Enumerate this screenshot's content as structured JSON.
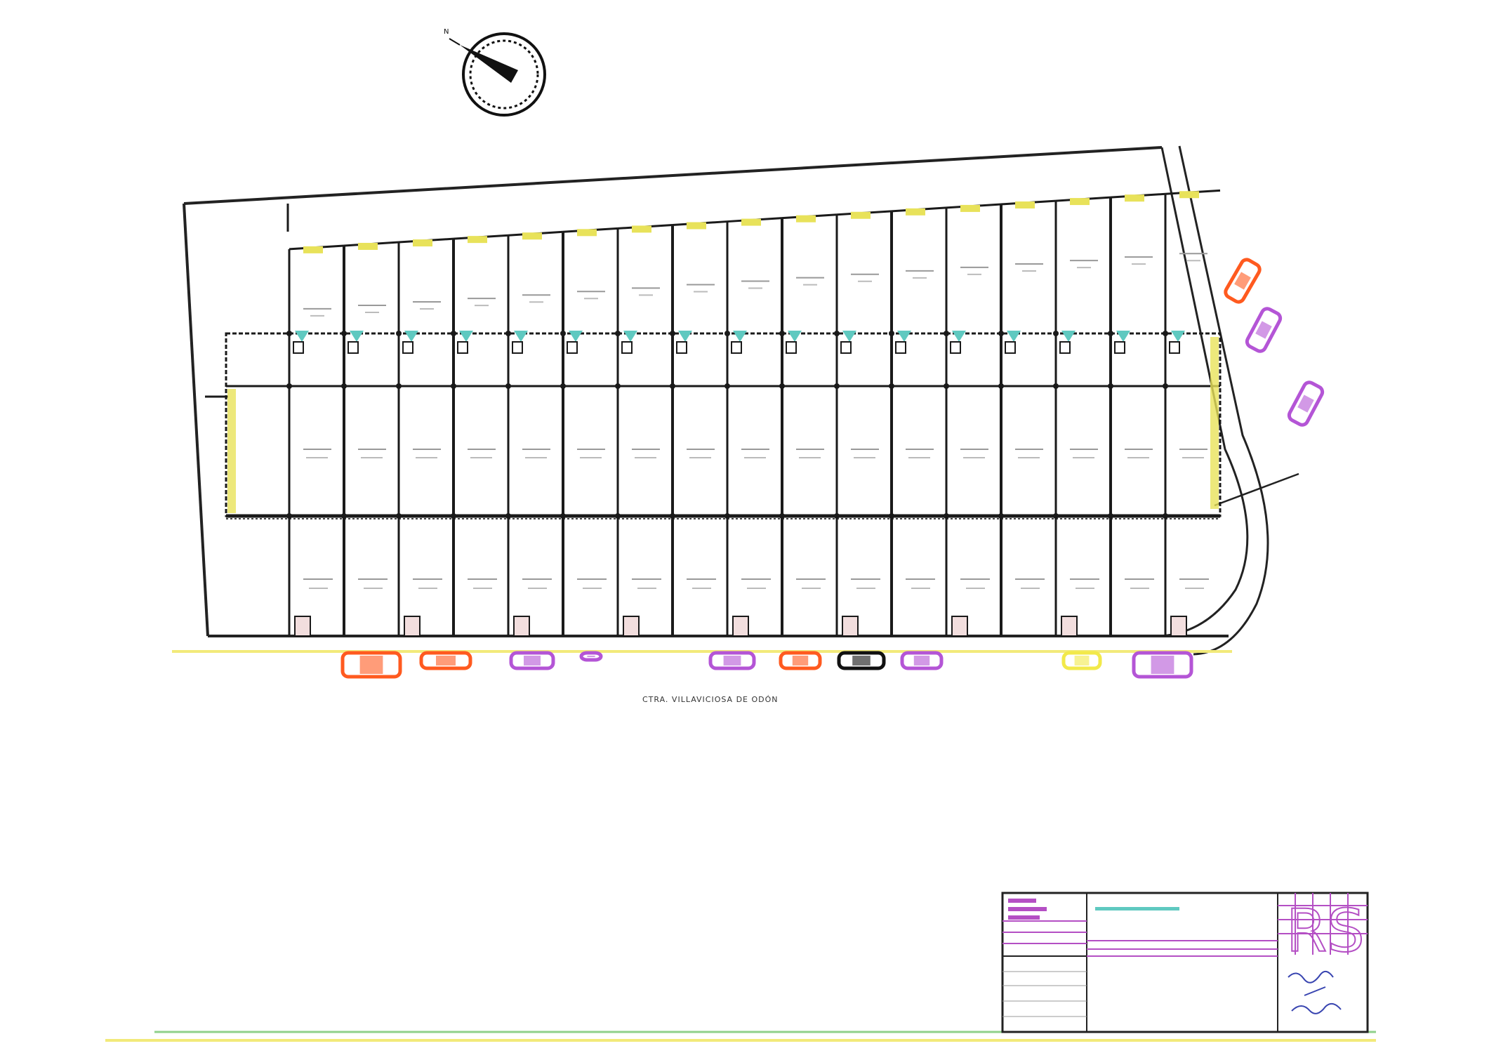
{
  "street_bottom": "CTRA. VILLAVICIOSA DE ODÓN",
  "street_right": "",
  "title_block": {
    "title": "",
    "subtitle": "",
    "logo_text": "RS"
  },
  "colors": {
    "lines": "#1a1a1a",
    "stair": "#5fc9c0",
    "hedge": "#e8e25a",
    "road_edge": "#f2ea7a",
    "ground_line": "#8fd18a",
    "title_block_border": "#b44fc4",
    "title_block_text": "#2ab8a8",
    "car_orange": "#ff5a1f",
    "car_purple": "#b455d6",
    "car_black": "#111111",
    "car_yellow": "#f2e94a"
  },
  "plots": {
    "count": 17
  },
  "cars_bottom": [
    "orange",
    "orange",
    "purple",
    "purple-small",
    "purple",
    "orange",
    "black",
    "purple",
    "yellow",
    "purple"
  ],
  "cars_right": [
    "orange",
    "purple",
    "purple"
  ],
  "compass": {
    "icon": "north-arrow-icon"
  }
}
